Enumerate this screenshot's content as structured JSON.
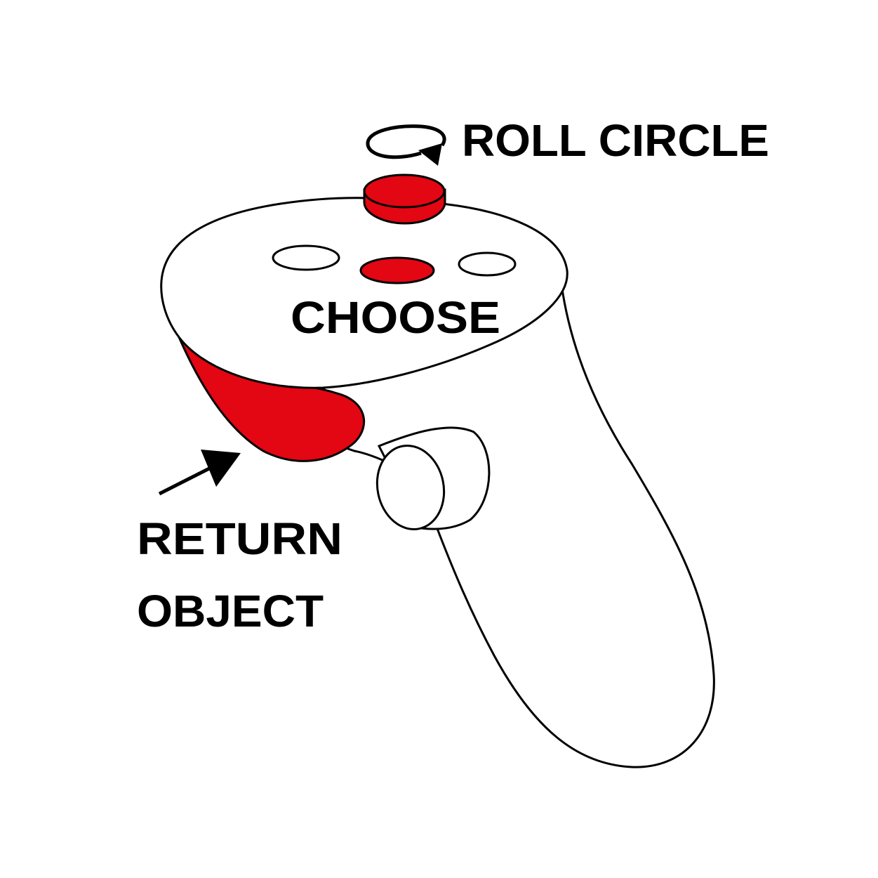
{
  "labels": {
    "roll": "ROLL CIRCLE",
    "choose": "CHOOSE",
    "return_line1": "RETURN",
    "return_line2": "OBJECT"
  },
  "colors": {
    "accent": "#e30613",
    "outline": "#000000",
    "background": "#ffffff"
  },
  "icons": [
    "rotate-arrow-icon",
    "pointer-arrow-icon"
  ]
}
